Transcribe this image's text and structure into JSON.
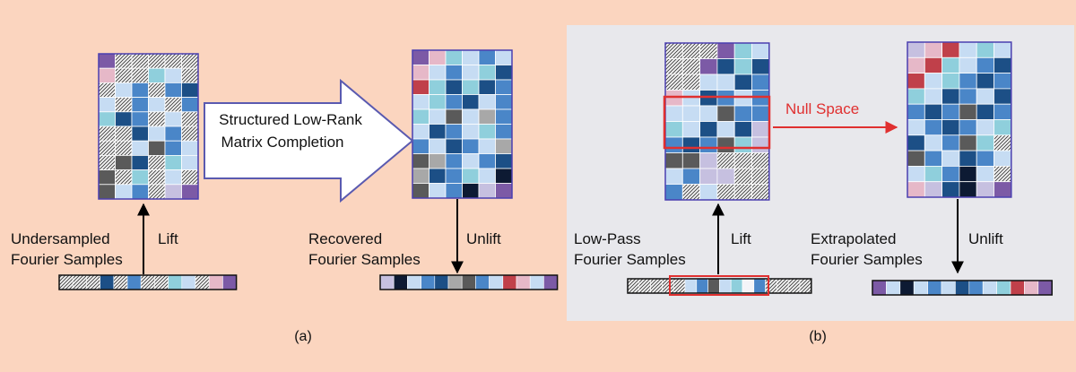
{
  "colors": {
    "background": "#fbd5bf",
    "panel_b_bg": "#e8e8ec",
    "grid_border": "#4a3fb0",
    "highlight": "#e03030",
    "arrow": "#000000",
    "palette": {
      "P": "#7c5aa6",
      "K": "#e6b8c8",
      "L": "#c6dcf3",
      "C": "#8fcfdc",
      "B": "#4a86c8",
      "N": "#1c4f86",
      "D": "#5a5a5a",
      "R": "#c0404a",
      "V": "#c6c0e0",
      "G": "#a8a8a8",
      "X": "#0d1a33",
      "W": "#f4f4f8"
    }
  },
  "panel_a": {
    "caption": "(a)",
    "input_grid": [
      "PHHHHH",
      "KHHCLH",
      "HLBHBN",
      "LHBLHB",
      "CNBHLH",
      "HHNLBH",
      "HHLDBL",
      "HDNHCL",
      "DHCHLH",
      "DLBHVP"
    ],
    "input_grid_icon": "hatched-entries-missing",
    "transform_arrow_label": [
      "Structured Low-Rank",
      "Matrix Completion"
    ],
    "output_grid": [
      "PKCLBL",
      "KLBLCN",
      "RCNCNB",
      "LCBNLB",
      "CLDLGB",
      "LNBLCB",
      "BLNBLG",
      "DGBLBN",
      "GNBCLX",
      "DLBXVP"
    ],
    "lift_label": "Lift",
    "unlift_label": "Unlift",
    "undersampled_label": [
      "Undersampled",
      "Fourier Samples"
    ],
    "recovered_label": [
      "Recovered",
      "Fourier Samples"
    ],
    "input_vector": "HHHNHBHHCLHKP",
    "output_vector": "VXLBNGDBLRKLP"
  },
  "panel_b": {
    "caption": "(b)",
    "lowpass_grid": [
      "HHHPCL",
      "HHPNCN",
      "HHLLNB",
      "KLNBLB",
      "LLLDBB",
      "CLNLNV",
      "BNBDCV",
      "DDVHHH",
      "LBVVHH",
      "BHLHHH"
    ],
    "null_space_label": "Null Space",
    "extrapolated_grid": [
      "VKRLCL",
      "KRCLBN",
      "RLCBNB",
      "CLNBLN",
      "BNBDNB",
      "LBNBLC",
      "NLBDCH",
      "DBLNBL",
      "LCBXLH",
      "KVNXVP"
    ],
    "lift_label": "Lift",
    "unlift_label": "Unlift",
    "lowpass_label": [
      "Low-Pass",
      "Fourier Samples"
    ],
    "extrapolated_label": [
      "Extrapolated",
      "Fourier Samples"
    ],
    "input_vector": "HHHHHLBDLCWBHHHH",
    "output_vector": "PLXLBLNBLCRKP"
  }
}
